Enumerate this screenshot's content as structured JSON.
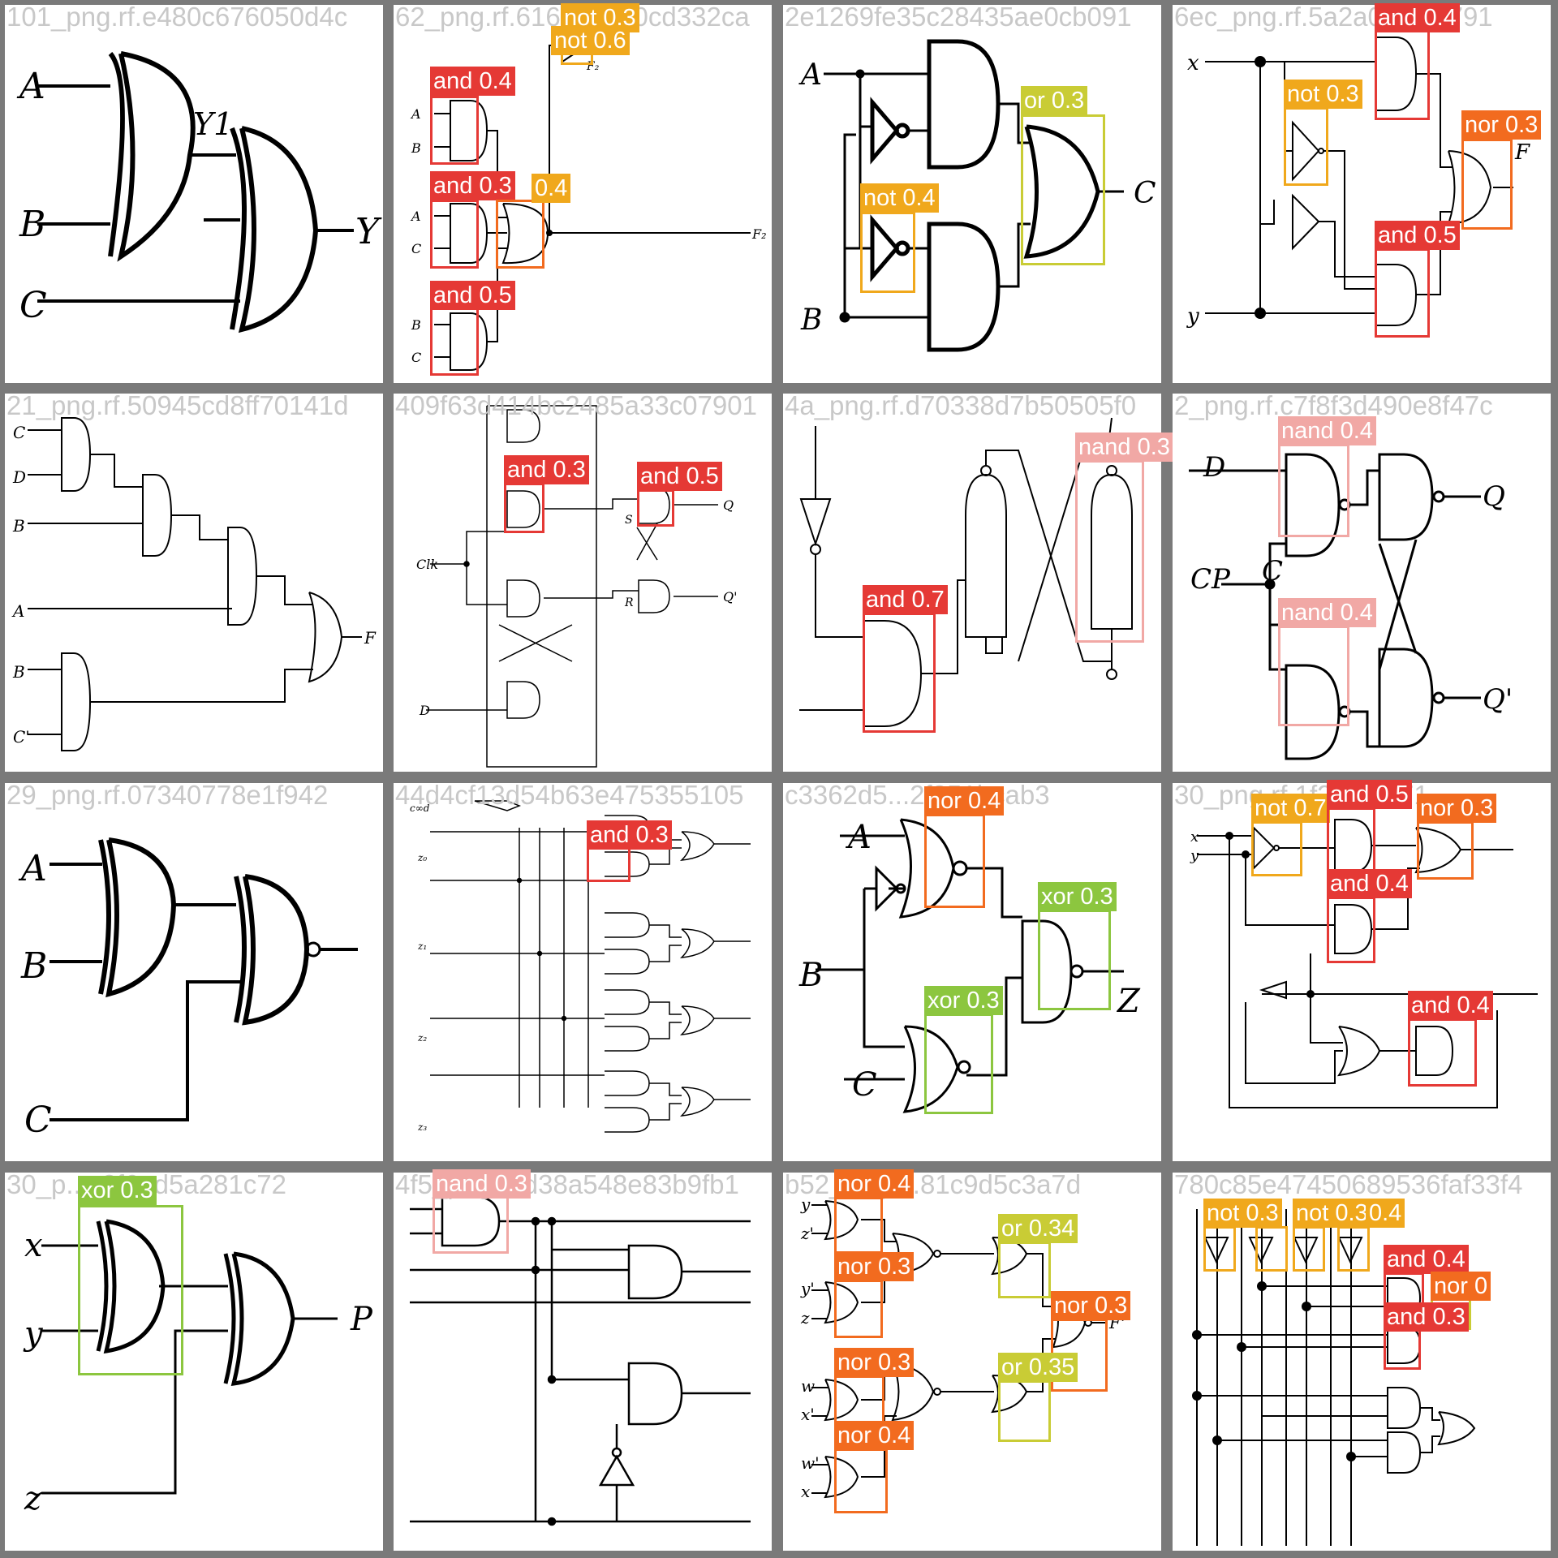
{
  "colors": {
    "and": "#e53935",
    "not": "#f0a81c",
    "or": "#c9cc35",
    "nor": "#f26b1f",
    "nand": "#f1a8a5",
    "xor": "#8cc63f",
    "border": "#7a7a7a"
  },
  "tiles": [
    {
      "filename": "101_png.rf.e480c676050d4c",
      "signals": {
        "a": "A",
        "b": "B",
        "c": "C",
        "y1": "Y1",
        "y": "Y"
      },
      "detections": []
    },
    {
      "filename": "62_png.rf.616fdcb...0cd332ca",
      "signals": {
        "a1": "A",
        "b1": "B",
        "a2": "A",
        "c2": "C",
        "b3": "B",
        "c3": "C",
        "f2": "F₂",
        "f2b": "F₂"
      },
      "detections": [
        {
          "label": "not 0.3",
          "cls": "not"
        },
        {
          "label": "not 0.6",
          "cls": "not"
        },
        {
          "label": "and 0.4",
          "cls": "and"
        },
        {
          "label": "and 0.3",
          "cls": "and"
        },
        {
          "label": "0.4",
          "cls": "not"
        },
        {
          "label": "and 0.5",
          "cls": "and"
        }
      ]
    },
    {
      "filename": "2e1269fe35c28435ae0cb091",
      "signals": {
        "a": "A",
        "b": "B",
        "c": "C"
      },
      "detections": [
        {
          "label": "or 0.3",
          "cls": "or"
        },
        {
          "label": "not 0.4",
          "cls": "not"
        }
      ]
    },
    {
      "filename": "6ec_png.rf.5a2a0c...ad791",
      "signals": {
        "x": "x",
        "y": "y",
        "f": "F"
      },
      "detections": [
        {
          "label": "and 0.4",
          "cls": "and"
        },
        {
          "label": "not 0.3",
          "cls": "not"
        },
        {
          "label": "nor 0.3",
          "cls": "nor"
        },
        {
          "label": "and 0.5",
          "cls": "and"
        }
      ]
    },
    {
      "filename": "21_png.rf.50945cd8ff70141d",
      "signals": {
        "c1": "C",
        "d1": "D",
        "b1": "B",
        "a1": "A",
        "b2": "B",
        "c2": "C'",
        "f": "F"
      },
      "detections": []
    },
    {
      "filename": "409f63d414bc2485a33c07901",
      "signals": {
        "clk": "Clk",
        "d": "D",
        "s": "S",
        "r": "R",
        "q": "Q",
        "qp": "Q'"
      },
      "detections": [
        {
          "label": "and 0.3",
          "cls": "and"
        },
        {
          "label": "and 0.5",
          "cls": "and"
        }
      ]
    },
    {
      "filename": "4a_png.rf.d70338d7b50505f0",
      "signals": {},
      "detections": [
        {
          "label": "nand 0.3",
          "cls": "nand"
        },
        {
          "label": "and 0.7",
          "cls": "and"
        }
      ]
    },
    {
      "filename": "2_png.rf.c7f8f3d490e8f47c",
      "signals": {
        "cp": "CP",
        "c": "C",
        "d": "D",
        "q": "Q",
        "qp": "Q'"
      },
      "detections": [
        {
          "label": "nand 0.4",
          "cls": "nand"
        },
        {
          "label": "nand 0.4",
          "cls": "nand"
        }
      ]
    },
    {
      "filename": "29_png.rf.07340778e1f942",
      "signals": {
        "a": "A",
        "b": "B",
        "c": "C"
      },
      "detections": []
    },
    {
      "filename": "44d4cf13d54b63e475355105",
      "signals": {
        "cmd": "c∞d",
        "z0": "z₀",
        "z1": "z₁",
        "z2": "z₂",
        "z3": "z₃"
      },
      "detections": [
        {
          "label": "and 0.3",
          "cls": "and"
        }
      ]
    },
    {
      "filename": "c3362d5...2f351bcab3",
      "signals": {
        "a": "A",
        "b": "B",
        "c": "C",
        "z": "Z"
      },
      "detections": [
        {
          "label": "nor 0.4",
          "cls": "nor"
        },
        {
          "label": "xor 0.3",
          "cls": "xor"
        },
        {
          "label": "xor 0.3",
          "cls": "xor"
        }
      ]
    },
    {
      "filename": "30_png.rf.1f2...67571",
      "signals": {
        "x": "x",
        "y": "y"
      },
      "detections": [
        {
          "label": "not 0.7",
          "cls": "not"
        },
        {
          "label": "and 0.5",
          "cls": "and"
        },
        {
          "label": "nor 0.3",
          "cls": "nor"
        },
        {
          "label": "and 0.4",
          "cls": "and"
        },
        {
          "label": "and 0.4",
          "cls": "and"
        }
      ]
    },
    {
      "filename": "30_p...c2f6ad5a281c72",
      "signals": {
        "x": "x",
        "y": "y",
        "z": "z",
        "p": "P"
      },
      "detections": [
        {
          "label": "xor 0.3",
          "cls": "xor"
        }
      ]
    },
    {
      "filename": "4f5_png.rf.d38a548e83b9fb1",
      "signals": {},
      "detections": [
        {
          "label": "nand 0.3",
          "cls": "nand"
        }
      ]
    },
    {
      "filename": "b52_png.rf.81c9d5c3a7d",
      "signals": {
        "y": "y",
        "zp": "z'",
        "yp": "y'",
        "z": "z",
        "w": "w",
        "xp": "x'",
        "wp": "w'",
        "x": "x",
        "fp": "F'"
      },
      "detections": [
        {
          "label": "nor 0.4",
          "cls": "nor"
        },
        {
          "label": "or 0.34",
          "cls": "or"
        },
        {
          "label": "nor 0.3",
          "cls": "nor"
        },
        {
          "label": "nor 0.3",
          "cls": "nor"
        },
        {
          "label": "nor 0.3",
          "cls": "nor"
        },
        {
          "label": "or 0.35",
          "cls": "or"
        },
        {
          "label": "nor 0.4",
          "cls": "nor"
        }
      ]
    },
    {
      "filename": "780c85e47450689536faf33f4",
      "signals": {},
      "detections": [
        {
          "label": "not 0.3",
          "cls": "not"
        },
        {
          "label": "not 0.3",
          "cls": "not"
        },
        {
          "label": "0.4",
          "cls": "not"
        },
        {
          "label": "and 0.4",
          "cls": "and"
        },
        {
          "label": "nor 0",
          "cls": "nor"
        },
        {
          "label": "and 0.3",
          "cls": "and"
        }
      ]
    }
  ]
}
